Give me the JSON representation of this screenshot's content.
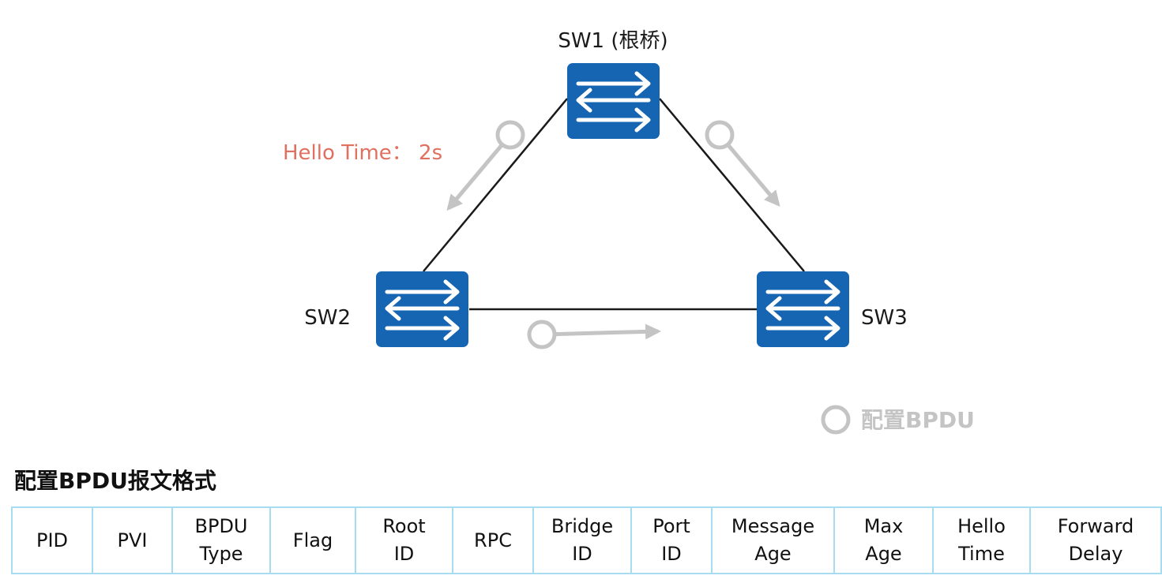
{
  "colors": {
    "switch_fill": "#1565b2",
    "link": "#1a1a1a",
    "bpdu": "#c4c4c4",
    "hello_text": "#e07060",
    "table_border": "#a8dcf2"
  },
  "diagram": {
    "nodes": [
      {
        "id": "sw1",
        "label": "SW1 (根桥)",
        "icon": "switch-icon"
      },
      {
        "id": "sw2",
        "label": "SW2",
        "icon": "switch-icon"
      },
      {
        "id": "sw3",
        "label": "SW3",
        "icon": "switch-icon"
      }
    ],
    "links": [
      {
        "from": "sw1",
        "to": "sw2"
      },
      {
        "from": "sw1",
        "to": "sw3"
      },
      {
        "from": "sw2",
        "to": "sw3"
      }
    ],
    "bpdu_flows": [
      {
        "from": "sw1",
        "to": "sw2",
        "icon": "bpdu-circle-arrow-icon"
      },
      {
        "from": "sw1",
        "to": "sw3",
        "icon": "bpdu-circle-arrow-icon"
      },
      {
        "from": "sw2",
        "to": "sw3",
        "icon": "bpdu-circle-arrow-icon"
      }
    ],
    "hello_time": "Hello Time： 2s",
    "legend": {
      "label": "配置BPDU",
      "icon": "bpdu-circle-icon"
    }
  },
  "table": {
    "title": "配置BPDU报文格式",
    "fields": [
      [
        "PID"
      ],
      [
        "PVI"
      ],
      [
        "BPDU",
        "Type"
      ],
      [
        "Flag"
      ],
      [
        "Root",
        "ID"
      ],
      [
        "RPC"
      ],
      [
        "Bridge",
        "ID"
      ],
      [
        "Port",
        "ID"
      ],
      [
        "Message",
        "Age"
      ],
      [
        "Max",
        "Age"
      ],
      [
        "Hello",
        "Time"
      ],
      [
        "Forward",
        "Delay"
      ]
    ]
  }
}
